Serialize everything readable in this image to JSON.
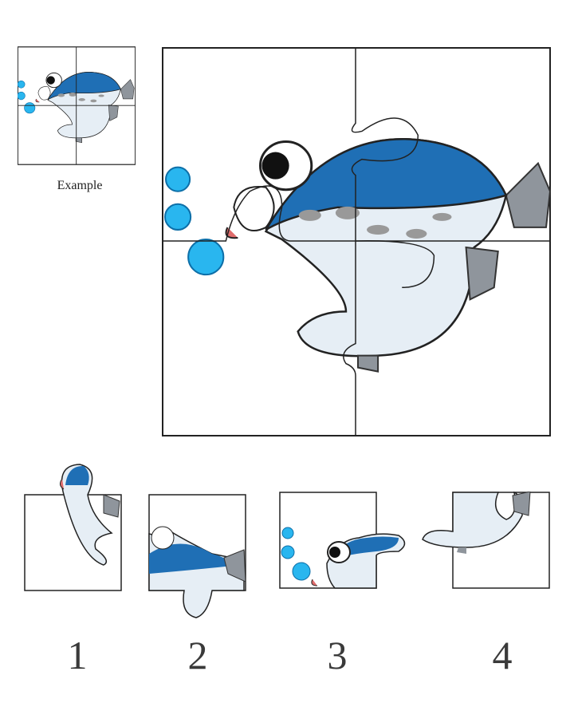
{
  "example": {
    "label": "Example"
  },
  "pieces": [
    {
      "number": "1"
    },
    {
      "number": "2"
    },
    {
      "number": "3"
    },
    {
      "number": "4"
    }
  ],
  "colors": {
    "fish_blue": "#1f6fb5",
    "belly": "#e6eef5",
    "bubble": "#29b6ef",
    "fin": "#8f959c",
    "lip": "#e06c6c"
  }
}
